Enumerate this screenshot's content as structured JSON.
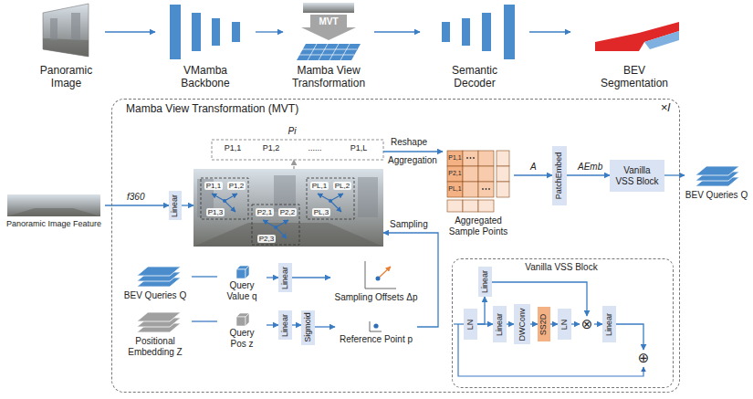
{
  "diagram": {
    "nodes": [
      {
        "text": [
          "Panoramic Image"
        ]
      },
      {
        "text": [
          "VMamba Backbone"
        ]
      },
      {
        "text": [
          "MVT",
          "Mamba View Transformation"
        ]
      },
      {
        "text": [
          "Semantic Decoder"
        ]
      },
      {
        "text": [
          "BEV Segmentation"
        ]
      },
      {
        "text": [
          "Mamba View Transformation (MVT)",
          "×l"
        ]
      },
      {
        "text": [
          "Panoramic Image Feature"
        ]
      },
      {
        "text": [
          "Linear"
        ],
        "in": 5
      },
      {
        "text": [
          "P1,1",
          "P1,2",
          "P1,3",
          "P2,1",
          "P2,2",
          "P2,3",
          "PL,1",
          "PL,2",
          "PL,3"
        ],
        "in": 5
      },
      {
        "text": [
          "Pi",
          "P1,1",
          "P1,2",
          "......",
          "P1,L"
        ],
        "in": 5
      },
      {
        "text": [
          "P1,1",
          "P2,1",
          "PL,1",
          "Aggregated Sample Points"
        ],
        "in": 5
      },
      {
        "text": [
          "PatchEmbed"
        ],
        "in": 5
      },
      {
        "text": [
          "Vanilla VSS Block"
        ],
        "in": 5
      },
      {
        "text": [
          "BEV Queries Q"
        ]
      },
      {
        "text": [
          "BEV Queries Q"
        ],
        "in": 5
      },
      {
        "text": [
          "Positional Embedding Z"
        ],
        "in": 5
      },
      {
        "text": [
          "Query Value q"
        ],
        "in": 5
      },
      {
        "text": [
          "Query Pos z"
        ],
        "in": 5
      },
      {
        "text": [
          "Linear"
        ],
        "in": 5
      },
      {
        "text": [
          "Linear"
        ],
        "in": 5
      },
      {
        "text": [
          "Sigmoid"
        ],
        "in": 5
      },
      {
        "text": [
          "Sampling Offsets Δp"
        ],
        "in": 5
      },
      {
        "text": [
          "Reference Point p"
        ],
        "in": 5
      },
      {
        "text": [
          "Vanilla VSS Block"
        ],
        "in": 5
      },
      {
        "text": [
          "LN"
        ],
        "in": 23
      },
      {
        "text": [
          "Linear"
        ],
        "in": 23
      },
      {
        "text": [
          "Linear"
        ],
        "in": 23
      },
      {
        "text": [
          "DWConv"
        ],
        "in": 23
      },
      {
        "text": [
          "SS2D"
        ],
        "in": 23
      },
      {
        "text": [
          "LN"
        ],
        "in": 23
      },
      {
        "text": [
          "⊗"
        ],
        "in": 23
      },
      {
        "text": [
          "Linear"
        ],
        "in": 23
      },
      {
        "text": [
          "⊕"
        ],
        "in": 23
      }
    ],
    "edges": [
      {
        "from": 0,
        "to": 1,
        "arrow": "to"
      },
      {
        "from": 1,
        "to": 2,
        "arrow": "to"
      },
      {
        "from": 2,
        "to": 3,
        "arrow": "to"
      },
      {
        "from": 3,
        "to": 4,
        "arrow": "to"
      },
      {
        "from": 6,
        "to": 7,
        "label": "f360",
        "arrow": "to"
      },
      {
        "from": 7,
        "to": 8,
        "arrow": "to"
      },
      {
        "from": 8,
        "to": 9,
        "arrow": "to"
      },
      {
        "from": 9,
        "to": 10,
        "label": "Reshape",
        "arrow": "to"
      },
      {
        "from": 10,
        "to": 11,
        "label": "A",
        "arrow": "to"
      },
      {
        "from": 11,
        "to": 12,
        "label": "AEmb",
        "arrow": "to"
      },
      {
        "from": 12,
        "to": 13,
        "arrow": "to"
      },
      {
        "from": 14,
        "to": 16,
        "arrow": "none"
      },
      {
        "from": 15,
        "to": 17,
        "arrow": "none"
      },
      {
        "from": 16,
        "to": 18,
        "arrow": "to"
      },
      {
        "from": 18,
        "to": 21,
        "arrow": "to"
      },
      {
        "from": 17,
        "to": 19,
        "arrow": "to"
      },
      {
        "from": 19,
        "to": 20,
        "arrow": "to"
      },
      {
        "from": 20,
        "to": 22,
        "arrow": "to"
      },
      {
        "from": 22,
        "to": 8,
        "label": "Sampling",
        "arrow": "to"
      },
      {
        "from": 24,
        "to": 26,
        "arrow": "to"
      },
      {
        "from": 26,
        "to": 27,
        "arrow": "to"
      },
      {
        "from": 27,
        "to": 28,
        "arrow": "to"
      },
      {
        "from": 28,
        "to": 29,
        "arrow": "to"
      },
      {
        "from": 29,
        "to": 30,
        "arrow": "to"
      },
      {
        "from": 24,
        "to": 25,
        "arrow": "to"
      },
      {
        "from": 25,
        "to": 30,
        "arrow": "to"
      },
      {
        "from": 30,
        "to": 31,
        "arrow": "to"
      },
      {
        "from": 31,
        "to": 32,
        "arrow": "to"
      }
    ],
    "labels": [
      "Aggregation"
    ]
  }
}
